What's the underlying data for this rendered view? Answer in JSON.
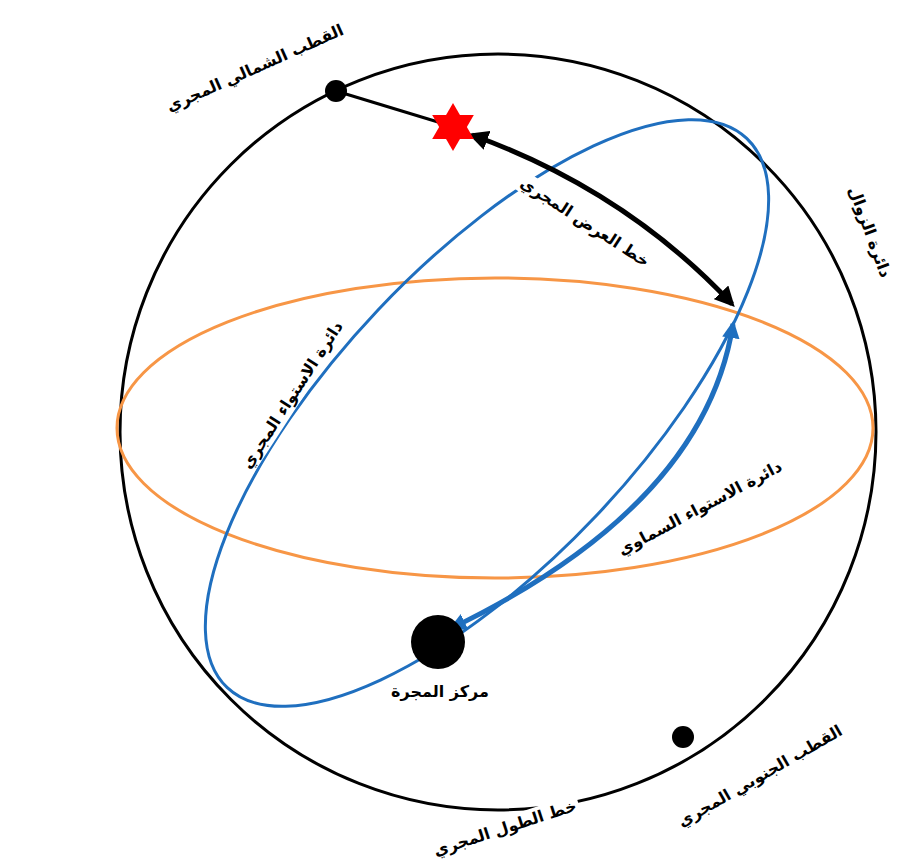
{
  "diagram": {
    "labels": [
      "القطب الشمالي المجري",
      "خط العرض المجري",
      "دائرة الزوال",
      "دائرة الاستواء المجري",
      "دائرة الاستواء السماوي",
      "مركز المجرة",
      "القطب الجنوبي المجري",
      "خط الطول المجري"
    ]
  }
}
